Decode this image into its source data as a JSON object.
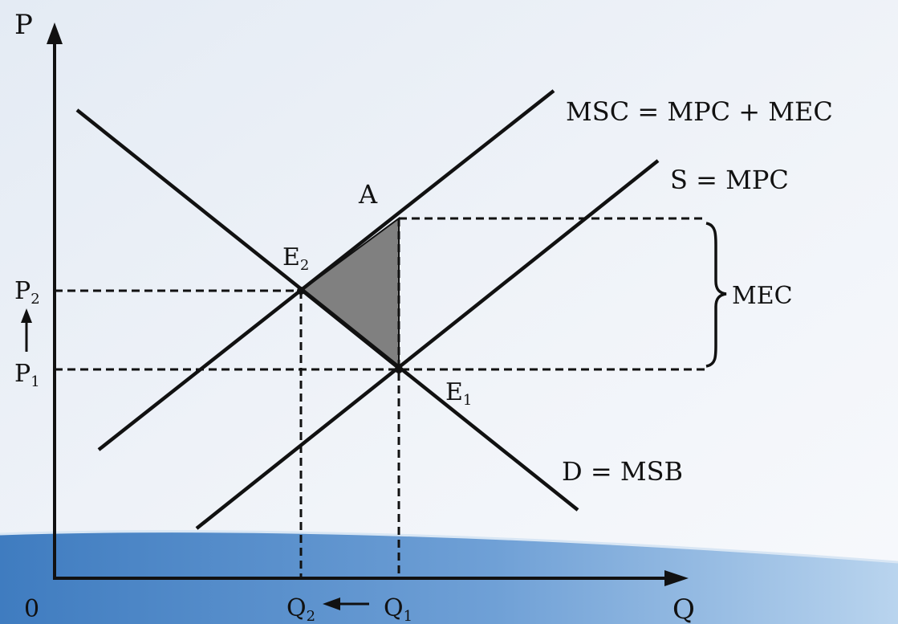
{
  "colors": {
    "background_top": "#e7edf5",
    "background_bottom": "#f6f8fb",
    "band_dark": "#4e86c3",
    "band_light": "#9fc3e6",
    "ink": "#111111",
    "shaded_triangle": "#808080"
  },
  "axes": {
    "y_label": "P",
    "x_label": "Q",
    "origin_label": "0"
  },
  "curves": {
    "msc_label": "MSC = MPC + MEC",
    "s_label": "S = MPC",
    "d_label": "D = MSB"
  },
  "points": {
    "a_label": "A",
    "e2_label": "E",
    "e2_sub": "2",
    "e1_label": "E",
    "e1_sub": "1"
  },
  "price_labels": {
    "p2_label": "P",
    "p2_sub": "2",
    "p1_label": "P",
    "p1_sub": "1"
  },
  "quantity_labels": {
    "q2_label": "Q",
    "q2_sub": "2",
    "q1_label": "Q",
    "q1_sub": "1"
  },
  "brace_label": "MEC"
}
